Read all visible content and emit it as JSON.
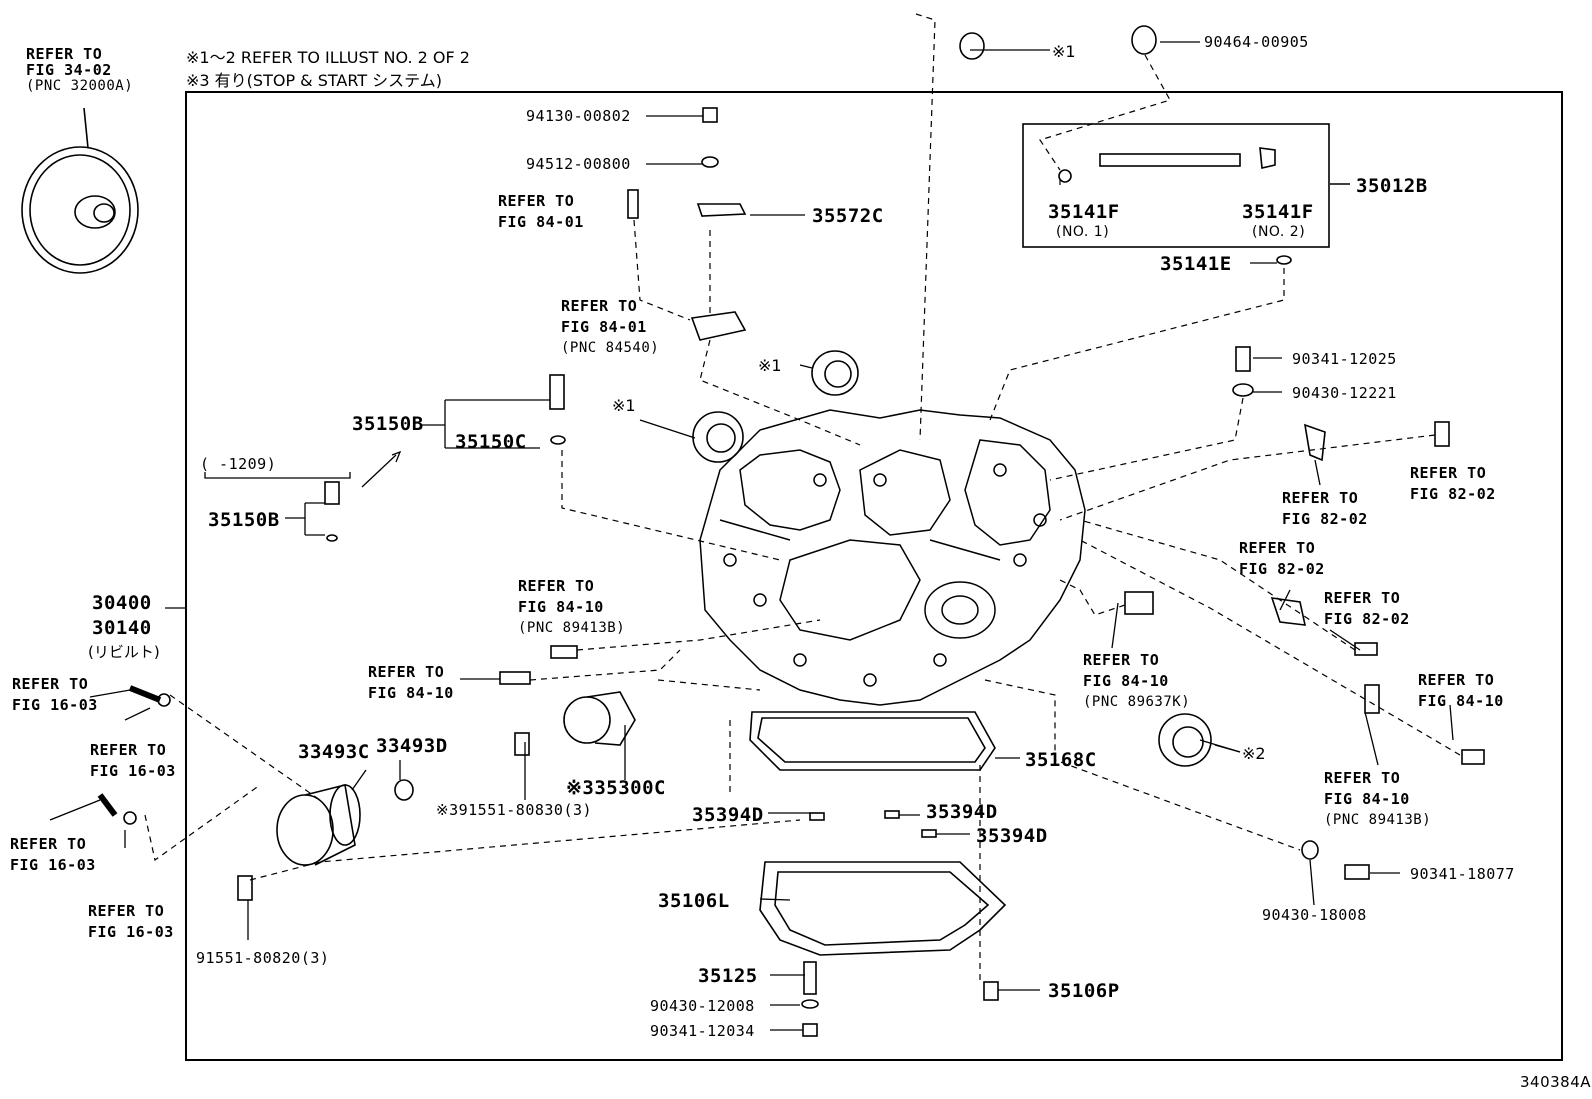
{
  "notes": {
    "note1": "※1～2 REFER TO ILLUST NO. 2 OF 2",
    "note2": "※3 有り(STOP & START システム)"
  },
  "diagram_id": "340384A",
  "refs": {
    "r3402": [
      "REFER TO",
      "FIG 34-02",
      "(PNC 32000A)"
    ],
    "r8401a": [
      "REFER TO",
      "FIG 84-01"
    ],
    "r8401b": [
      "REFER TO",
      "FIG 84-01",
      "(PNC 84540)"
    ],
    "r8410a": [
      "REFER TO",
      "FIG 84-10",
      "(PNC 89413B)"
    ],
    "r8410b": [
      "REFER TO",
      "FIG 84-10"
    ],
    "r1603a": [
      "REFER TO",
      "FIG 16-03"
    ],
    "r1603b": [
      "REFER TO",
      "FIG 16-03"
    ],
    "r1603c": [
      "REFER TO",
      "FIG 16-03"
    ],
    "r1603d": [
      "REFER TO",
      "FIG 16-03"
    ],
    "r8202a": [
      "REFER TO",
      "FIG 82-02"
    ],
    "r8202b": [
      "REFER TO",
      "FIG 82-02"
    ],
    "r8202c": [
      "REFER TO",
      "FIG 82-02"
    ],
    "r8202d": [
      "REFER TO",
      "FIG 82-02"
    ],
    "r8410c": [
      "REFER TO",
      "FIG 84-10",
      "(PNC 89637K)"
    ],
    "r8410d": [
      "REFER TO",
      "FIG 84-10"
    ],
    "r8410e": [
      "REFER TO",
      "FIG 84-10",
      "(PNC 89413B)"
    ]
  },
  "parts": {
    "p94130": "94130-00802",
    "p94512": "94512-00800",
    "p35572C": "35572C",
    "p35150B_1": "35150B",
    "p35150C": "35150C",
    "p35150B_2": "35150B",
    "range": "(      -1209)",
    "p30400": "30400",
    "p30140": "30140",
    "rebuilt": "(リビルト)",
    "p33493C": "33493C",
    "p33493D": "33493D",
    "p35300C": "※335300C",
    "p391551": "※391551-80830(3)",
    "p91551": "91551-80820(3)",
    "p35394D_1": "35394D",
    "p35394D_2": "35394D",
    "p35394D_3": "35394D",
    "p35168C": "35168C",
    "p35106L": "35106L",
    "p35125": "35125",
    "p90430_12008": "90430-12008",
    "p90341_12034": "90341-12034",
    "p35106P": "35106P",
    "m1a": "※1",
    "m1b": "※1",
    "m1c": "※1",
    "m2": "※2",
    "p90464": "90464-00905",
    "p35012B": "35012B",
    "p35141F_1": "35141F",
    "no1": "(NO. 1)",
    "p35141F_2": "35141F",
    "no2": "(NO. 2)",
    "p35141E": "35141E",
    "p90341_12025": "90341-12025",
    "p90430_12221": "90430-12221",
    "p90430_18008": "90430-18008",
    "p90341_18077": "90341-18077"
  }
}
